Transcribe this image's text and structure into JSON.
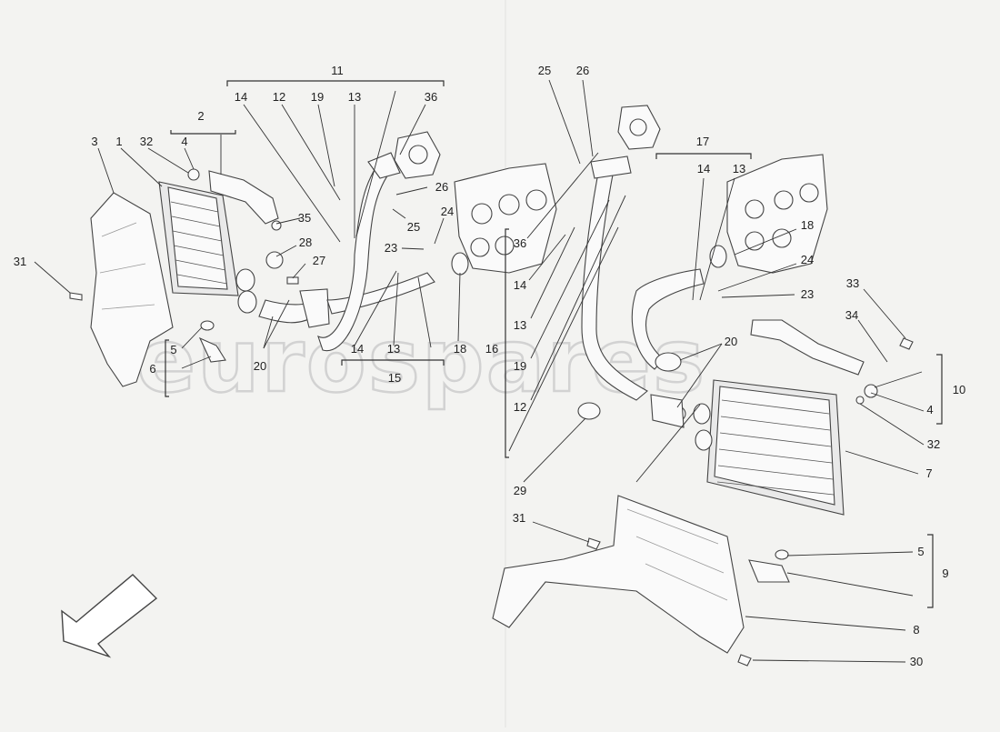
{
  "watermark": "eurospares",
  "callouts": {
    "l1": "1",
    "l2": "2",
    "l3": "3",
    "l4": "4",
    "l5": "5",
    "l6": "6",
    "l11": "11",
    "l12": "12",
    "l13": "13",
    "l14": "14",
    "l14b": "14",
    "l13b": "13",
    "l15": "15",
    "l18": "18",
    "l19": "19",
    "l20": "20",
    "l23": "23",
    "l24": "24",
    "l25": "25",
    "l26": "26",
    "l27": "27",
    "l28": "28",
    "l31": "31",
    "l32": "32",
    "l35": "35",
    "l36": "36",
    "r4": "4",
    "r5": "5",
    "r7": "7",
    "r8": "8",
    "r9": "9",
    "r10": "10",
    "r12": "12",
    "r13": "13",
    "r13b": "13",
    "r14": "14",
    "r14b": "14",
    "r16": "16",
    "r17": "17",
    "r18": "18",
    "r19": "19",
    "r20": "20",
    "r23": "23",
    "r24": "24",
    "r25": "25",
    "r26": "26",
    "r29": "29",
    "r30": "30",
    "r31": "31",
    "r32": "32",
    "r33": "33",
    "r34": "34",
    "r36": "36"
  }
}
